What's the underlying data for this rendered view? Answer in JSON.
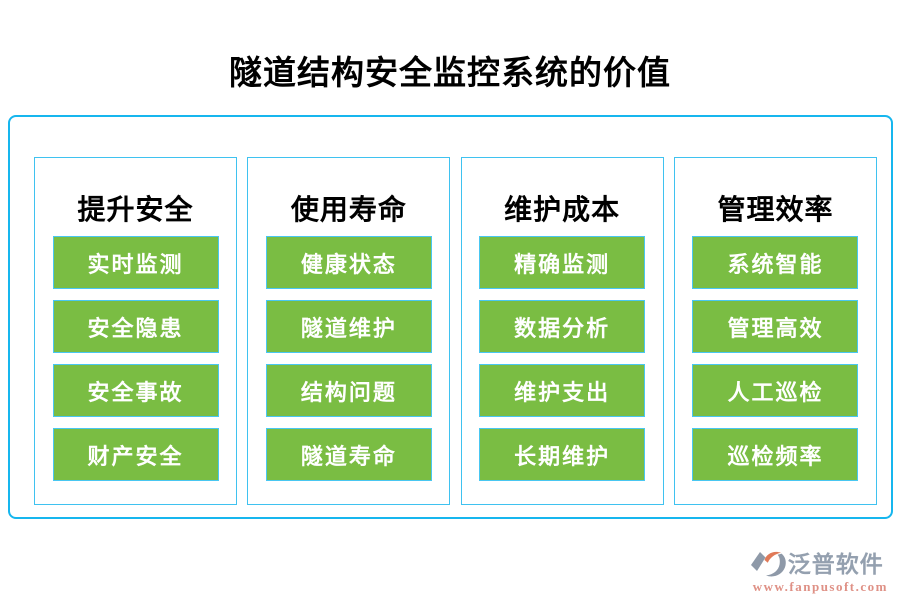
{
  "title": "隧道结构安全监控系统的价值",
  "columns": [
    {
      "header": "提升安全",
      "items": [
        "实时监测",
        "安全隐患",
        "安全事故",
        "财产安全"
      ]
    },
    {
      "header": "使用寿命",
      "items": [
        "健康状态",
        "隧道维护",
        "结构问题",
        "隧道寿命"
      ]
    },
    {
      "header": "维护成本",
      "items": [
        "精确监测",
        "数据分析",
        "维护支出",
        "长期维护"
      ]
    },
    {
      "header": "管理效率",
      "items": [
        "系统智能",
        "管理高效",
        "人工巡检",
        "巡检频率"
      ]
    }
  ],
  "watermark": {
    "brand": "泛普软件",
    "url": "www.fanpusoft.com",
    "logo_icon": "fanpu-swoosh-logo"
  },
  "colors": {
    "chip_green": "#7abd43",
    "border_cyan": "#16b6ee",
    "chip_border_cyan": "#49c7f1",
    "title_black": "#000000",
    "watermark_gray": "#94a0af",
    "watermark_salmon": "#df9186",
    "logo_orange": "#e07a58"
  }
}
